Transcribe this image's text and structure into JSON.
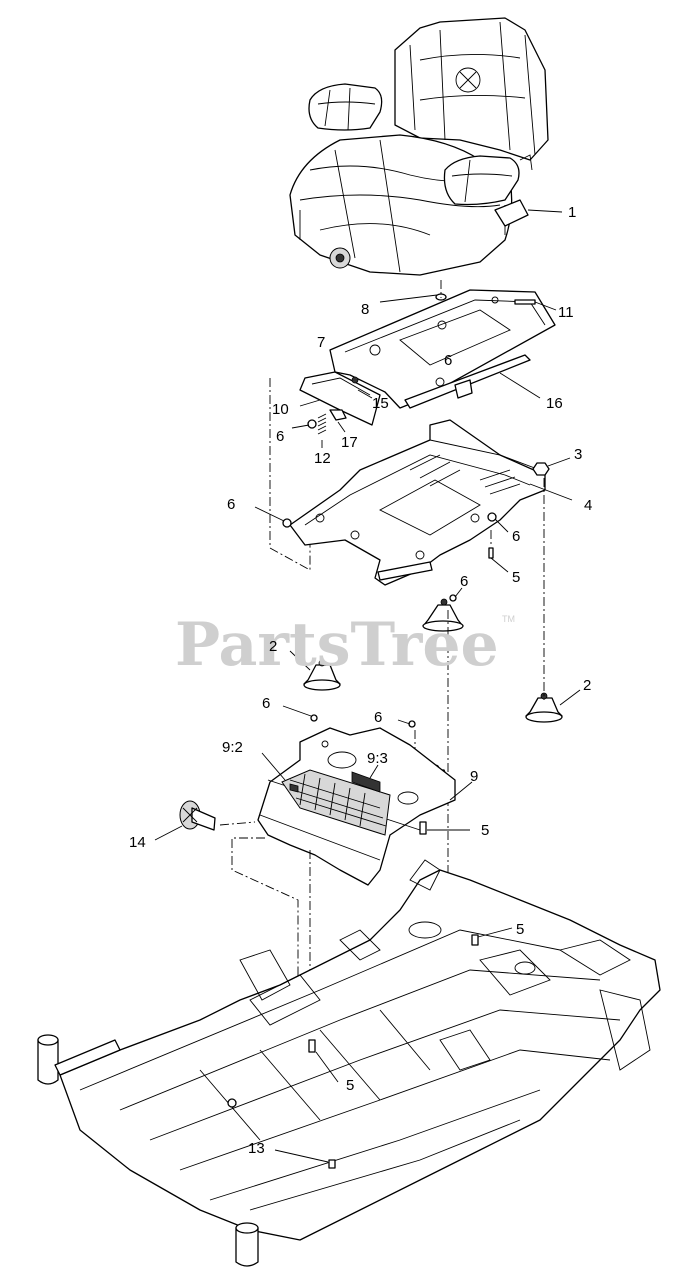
{
  "watermark": {
    "text": "PartsTree",
    "trademark": "TM"
  },
  "callouts": [
    {
      "id": "c1",
      "label": "1"
    },
    {
      "id": "c8",
      "label": "8"
    },
    {
      "id": "c11",
      "label": "11"
    },
    {
      "id": "c7",
      "label": "7"
    },
    {
      "id": "c6a",
      "label": "6"
    },
    {
      "id": "c16",
      "label": "16"
    },
    {
      "id": "c10",
      "label": "10"
    },
    {
      "id": "c15",
      "label": "15"
    },
    {
      "id": "c6b",
      "label": "6"
    },
    {
      "id": "c12",
      "label": "12"
    },
    {
      "id": "c17",
      "label": "17"
    },
    {
      "id": "c3",
      "label": "3"
    },
    {
      "id": "c4",
      "label": "4"
    },
    {
      "id": "c6c",
      "label": "6"
    },
    {
      "id": "c6d",
      "label": "6"
    },
    {
      "id": "c5a",
      "label": "5"
    },
    {
      "id": "c6e",
      "label": "6"
    },
    {
      "id": "c2a",
      "label": "2"
    },
    {
      "id": "c2b",
      "label": "2"
    },
    {
      "id": "c6f",
      "label": "6"
    },
    {
      "id": "c6g",
      "label": "6"
    },
    {
      "id": "c92",
      "label": "9:2"
    },
    {
      "id": "c93",
      "label": "9:3"
    },
    {
      "id": "c9",
      "label": "9"
    },
    {
      "id": "c14",
      "label": "14"
    },
    {
      "id": "c5b",
      "label": "5"
    },
    {
      "id": "c5c",
      "label": "5"
    },
    {
      "id": "c5d",
      "label": "5"
    },
    {
      "id": "c13",
      "label": "13"
    }
  ]
}
